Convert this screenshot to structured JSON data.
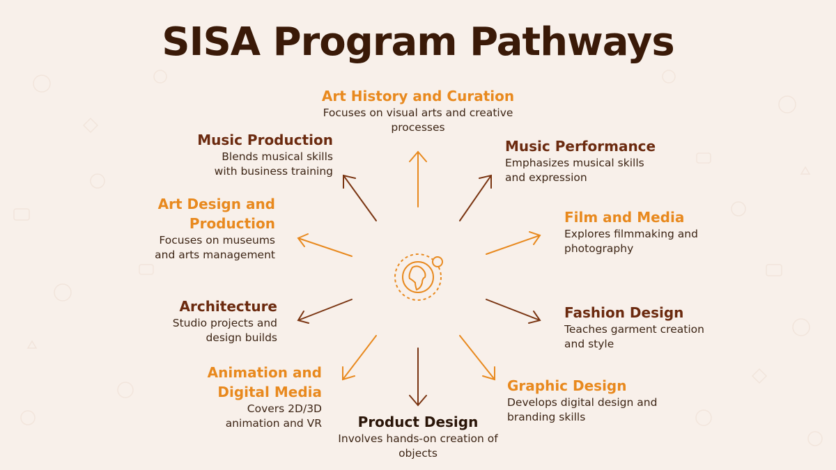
{
  "title": "SISA Program Pathways",
  "colors": {
    "background": "#f8f0ea",
    "title": "#3a1a08",
    "orange": "#e8891e",
    "brown": "#6b2a0f",
    "dark": "#2a1508"
  },
  "center_icon": "globe-africa-icon",
  "pathways": [
    {
      "heading": "Art History and Curation",
      "desc": "Focuses on visual arts and creative processes",
      "color": "orange"
    },
    {
      "heading": "Music Performance",
      "desc": "Emphasizes musical skills and expression",
      "color": "brown"
    },
    {
      "heading": "Film and Media",
      "desc": "Explores filmmaking and photography",
      "color": "orange"
    },
    {
      "heading": "Fashion Design",
      "desc": "Teaches garment creation and style",
      "color": "brown"
    },
    {
      "heading": "Graphic Design",
      "desc": "Develops digital design and branding skills",
      "color": "orange"
    },
    {
      "heading": "Product Design",
      "desc": "Involves hands-on creation of objects",
      "color": "dark"
    },
    {
      "heading": "Animation and Digital Media",
      "desc": "Covers 2D/3D animation and VR",
      "color": "orange"
    },
    {
      "heading": "Architecture",
      "desc": "Studio projects and design builds",
      "color": "brown"
    },
    {
      "heading": "Art Design and Production",
      "desc": "Focuses on museums and arts management",
      "color": "orange"
    },
    {
      "heading": "Music Production",
      "desc": "Blends musical skills with business training",
      "color": "brown"
    }
  ]
}
